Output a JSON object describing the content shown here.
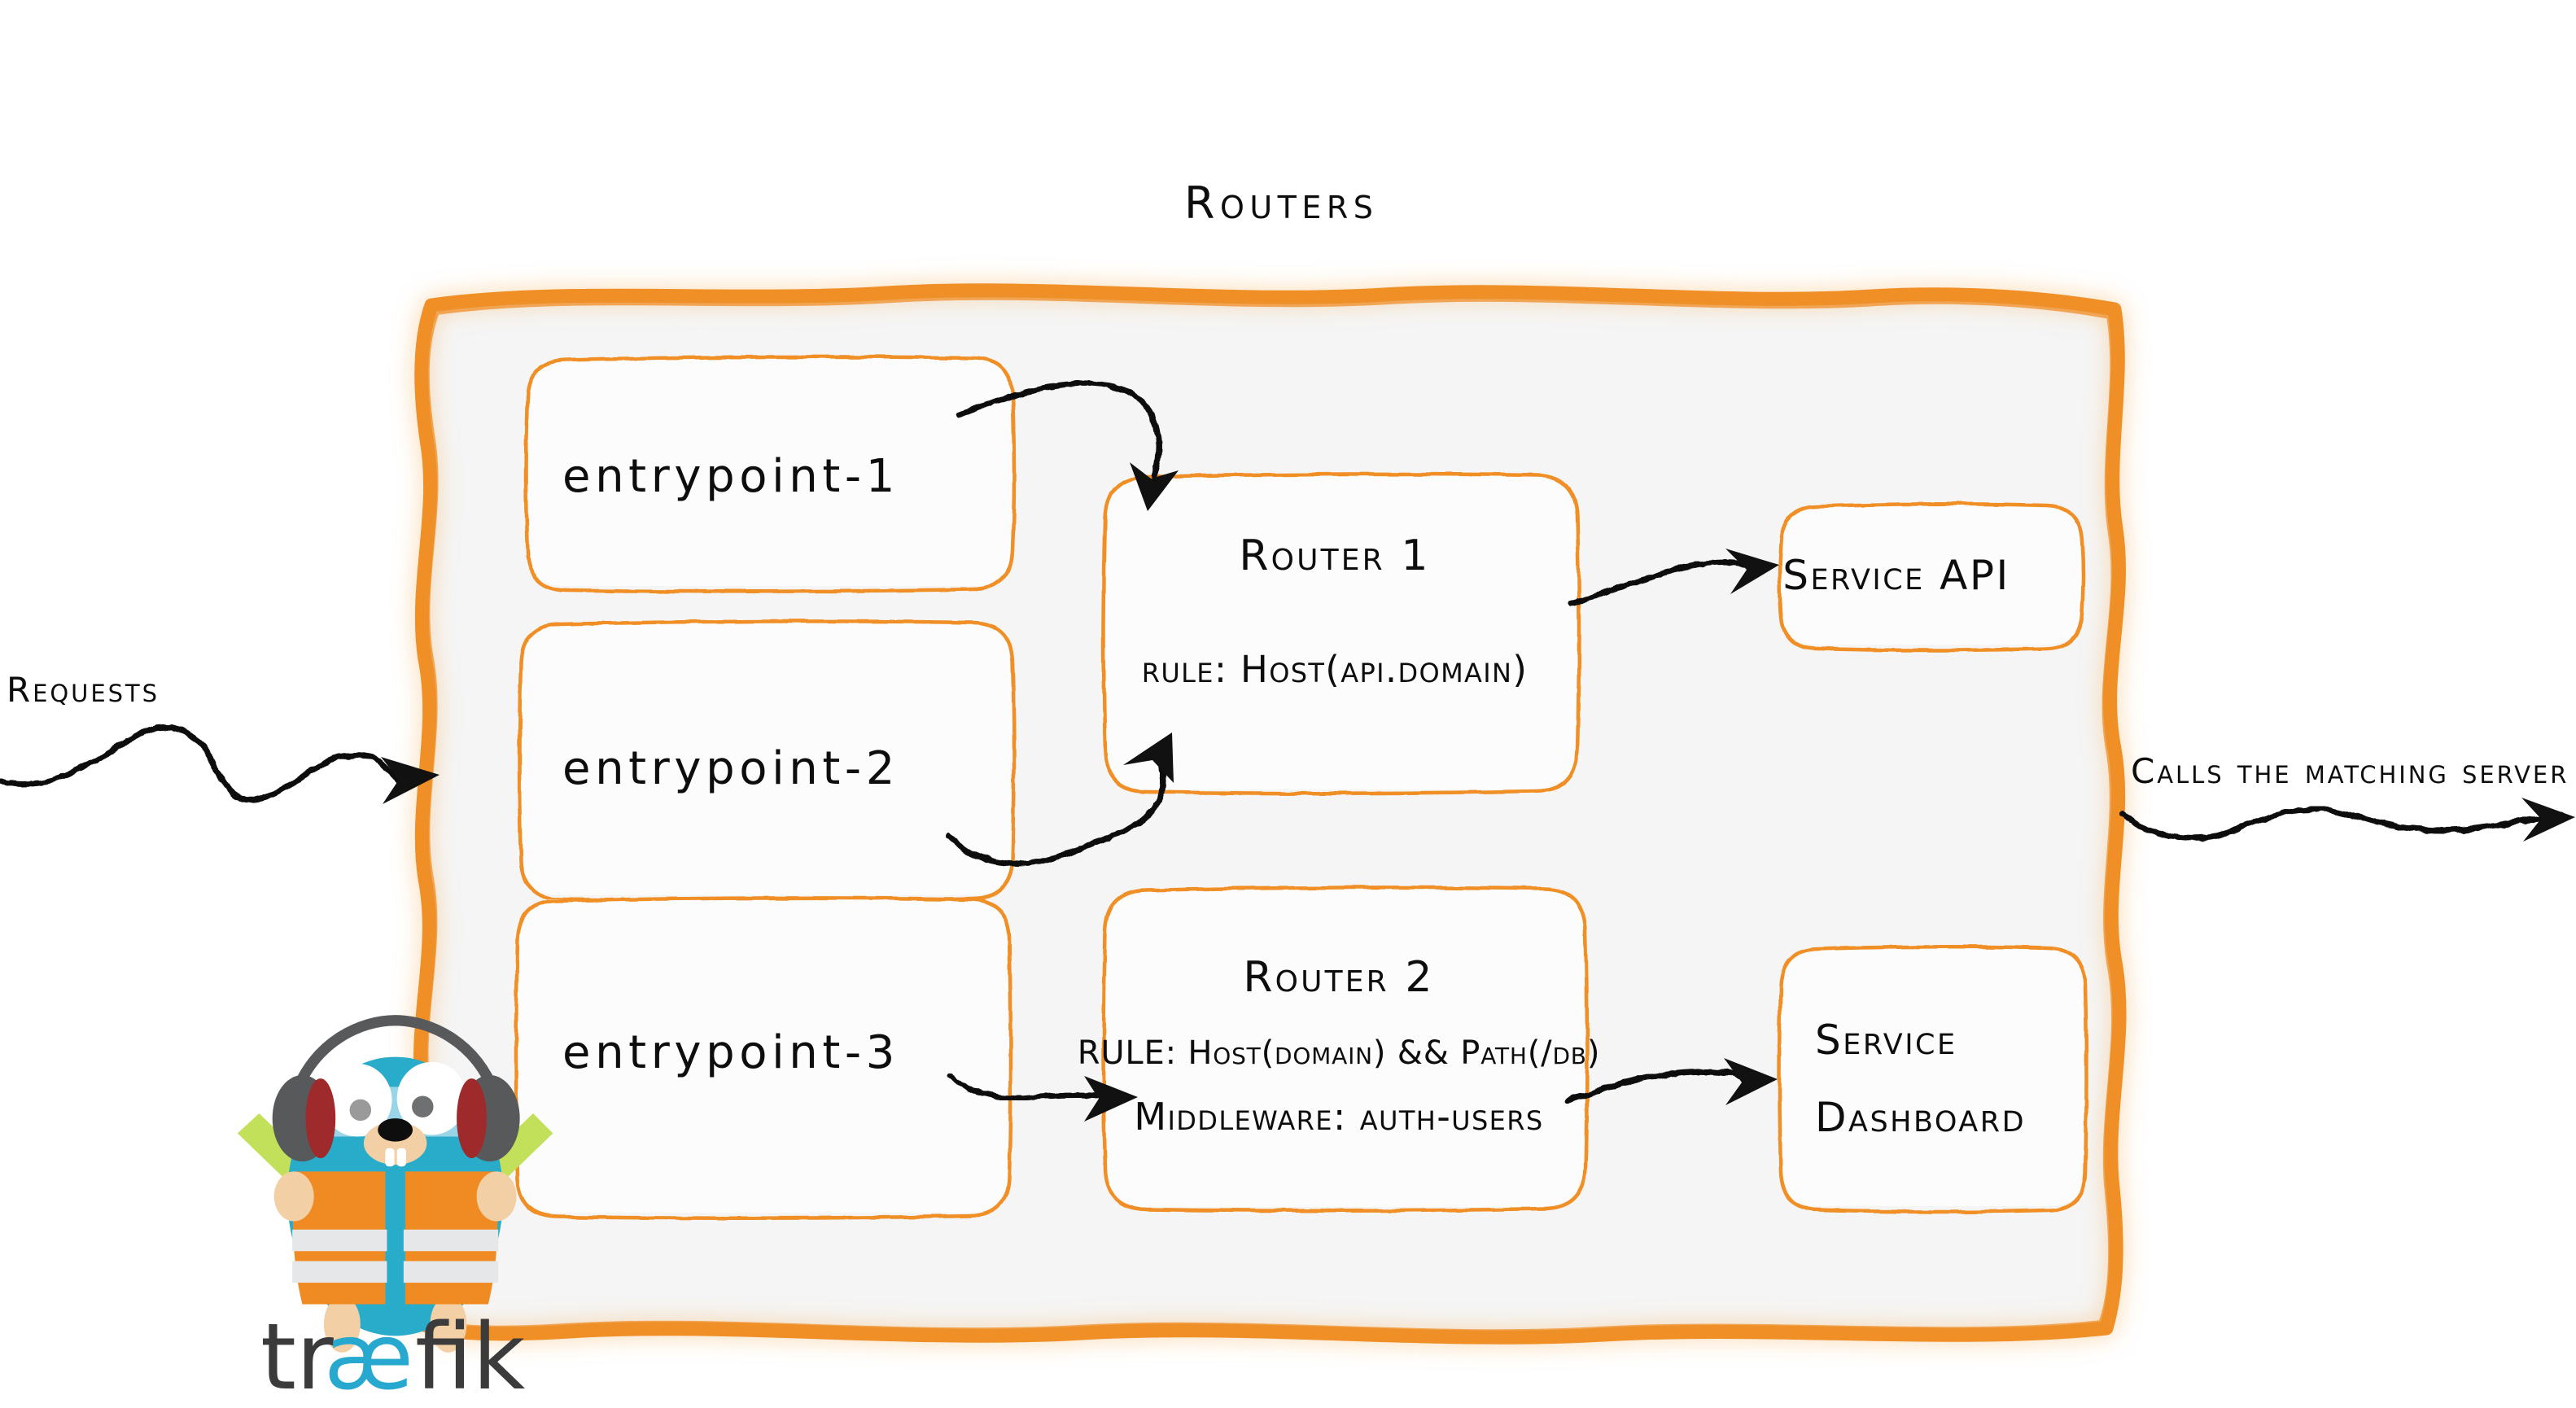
{
  "diagram": {
    "title": "Routers",
    "product": "traefik",
    "accent_color": "#ef8f28",
    "panel_fill": "#f5f5f5",
    "ink_color": "#111111"
  },
  "labels": {
    "left_label": "Requests",
    "right_label": "Calls the matching server"
  },
  "entrypoints": [
    {
      "name": "entrypoint-1"
    },
    {
      "name": "entrypoint-2"
    },
    {
      "name": "entrypoint-3"
    }
  ],
  "routers": [
    {
      "name": "Router 1",
      "lines": [
        {
          "text": "rule: Host(api.domain)",
          "size": "normal"
        }
      ]
    },
    {
      "name": "Router 2",
      "lines": [
        {
          "text": "RULE: Host(domain) && Path(/db)",
          "size": "small"
        },
        {
          "text": "Middleware: auth-users",
          "size": "normal"
        }
      ]
    }
  ],
  "services": [
    {
      "line1": "Service API",
      "line2": ""
    },
    {
      "line1": "Service",
      "line2": "Dashboard"
    }
  ],
  "router2_rule": "RULE: Host(domain) && Path(/db)",
  "router2_middleware": "Middleware: auth-users",
  "router1_rule": "rule: Host(api.domain)",
  "service_api": "Service API",
  "service_dash_1": "Service",
  "service_dash_2": "Dashboard",
  "logo": {
    "part1": "tr",
    "part2": "æ",
    "part3": "fik"
  },
  "mascot": {
    "name": "traefik-gopher",
    "body_color": "#29abca",
    "vest_color": "#f08b23",
    "stripe_color": "#e6e7e8",
    "headphone_color": "#58595b",
    "earcup_color": "#9e2a2b",
    "wand_color": "#c3e05a",
    "snout_color": "#f2cfa4"
  }
}
